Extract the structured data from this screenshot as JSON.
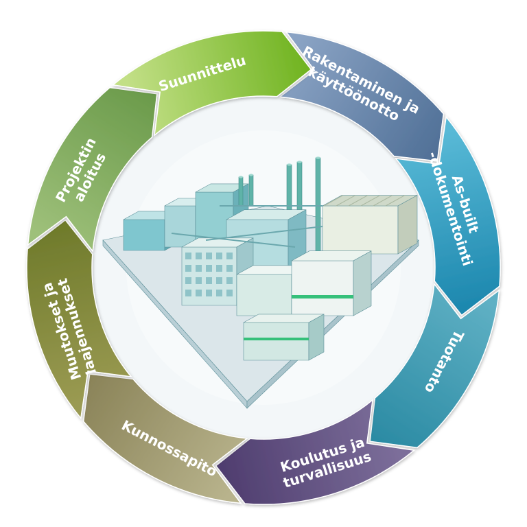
{
  "cycle": {
    "stages": [
      {
        "lines": [
          "Rakentaminen ja",
          "käyttöönotto"
        ],
        "color_start": "#8aa3c4",
        "color_end": "#4f6f96"
      },
      {
        "lines": [
          "As-built",
          "-dokumentointi"
        ],
        "color_start": "#58b9d6",
        "color_end": "#1b86ad"
      },
      {
        "lines": [
          "Tuotanto"
        ],
        "color_start": "#5fb0c4",
        "color_end": "#2a8aa3"
      },
      {
        "lines": [
          "Koulutus ja",
          "turvallisuus"
        ],
        "color_start": "#7c6e9a",
        "color_end": "#4e3c6e"
      },
      {
        "lines": [
          "Kunnossapito"
        ],
        "color_start": "#b8b38c",
        "color_end": "#8a8358"
      },
      {
        "lines": [
          "Muutokset ja",
          "laajennukset"
        ],
        "color_start": "#9a9a52",
        "color_end": "#6e7a2a"
      },
      {
        "lines": [
          "Projektin",
          "aloitus"
        ],
        "color_start": "#9ec07a",
        "color_end": "#6a9a4a"
      },
      {
        "lines": [
          "Suunnittelu"
        ],
        "color_start": "#c2df86",
        "color_end": "#6fb31f"
      }
    ]
  },
  "center_image": {
    "subject": "industrial-plant-illustration",
    "colors": {
      "ground": "#dbe6ea",
      "building_teal": "#7fc6cf",
      "building_light": "#eef4f2",
      "stack": "#5fb3a8",
      "accent_green": "#35c07a"
    }
  }
}
